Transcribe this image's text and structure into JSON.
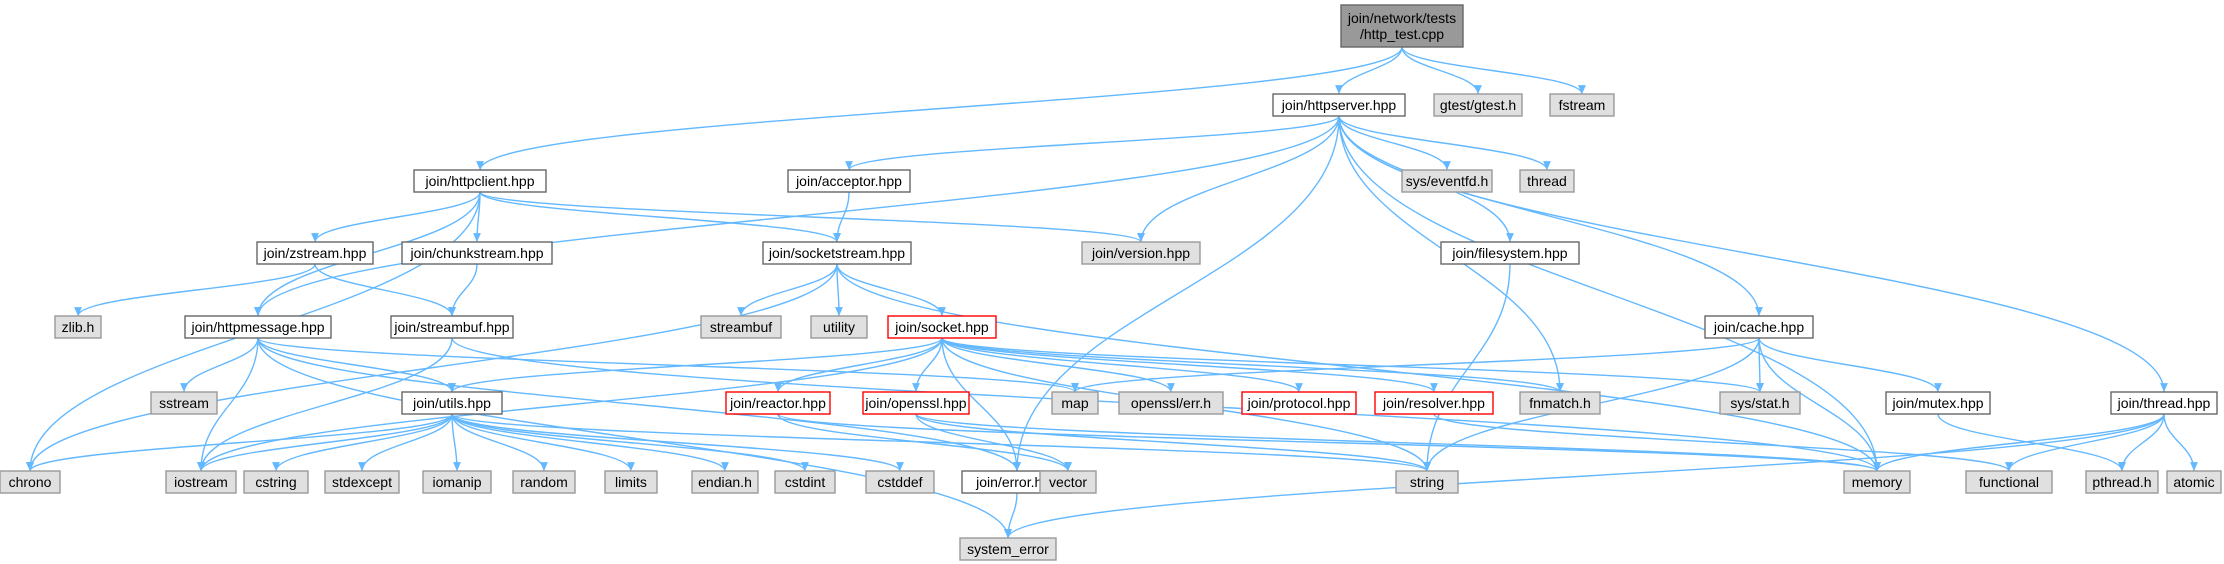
{
  "diagram": {
    "kind": "include dependency graph",
    "colors": {
      "edge": "#63b8ff",
      "root_fill": "#999999",
      "root_stroke": "#666666",
      "header_fill": "#ffffff",
      "header_stroke": "#666666",
      "system_fill": "#e0e0e0",
      "system_stroke": "#999999",
      "truncated_stroke": "#ff0000"
    },
    "nodes": [
      {
        "id": "root",
        "lines": [
          "join/network/tests",
          "/http_test.cpp"
        ],
        "style": "root"
      },
      {
        "id": "httpserver",
        "lines": [
          "join/httpserver.hpp"
        ],
        "style": "header"
      },
      {
        "id": "gtest",
        "lines": [
          "gtest/gtest.h"
        ],
        "style": "system"
      },
      {
        "id": "fstream",
        "lines": [
          "fstream"
        ],
        "style": "system"
      },
      {
        "id": "httpclient",
        "lines": [
          "join/httpclient.hpp"
        ],
        "style": "header"
      },
      {
        "id": "acceptor",
        "lines": [
          "join/acceptor.hpp"
        ],
        "style": "header"
      },
      {
        "id": "sys_eventfd",
        "lines": [
          "sys/eventfd.h"
        ],
        "style": "system"
      },
      {
        "id": "thread_std",
        "lines": [
          "thread"
        ],
        "style": "system"
      },
      {
        "id": "zstream",
        "lines": [
          "join/zstream.hpp"
        ],
        "style": "header"
      },
      {
        "id": "chunkstream",
        "lines": [
          "join/chunkstream.hpp"
        ],
        "style": "header"
      },
      {
        "id": "socketstream",
        "lines": [
          "join/socketstream.hpp"
        ],
        "style": "header"
      },
      {
        "id": "version",
        "lines": [
          "join/version.hpp"
        ],
        "style": "system"
      },
      {
        "id": "filesystem",
        "lines": [
          "join/filesystem.hpp"
        ],
        "style": "header"
      },
      {
        "id": "zlib",
        "lines": [
          "zlib.h"
        ],
        "style": "system"
      },
      {
        "id": "httpmessage",
        "lines": [
          "join/httpmessage.hpp"
        ],
        "style": "header"
      },
      {
        "id": "streambuf_join",
        "lines": [
          "join/streambuf.hpp"
        ],
        "style": "header"
      },
      {
        "id": "streambuf_std",
        "lines": [
          "streambuf"
        ],
        "style": "system"
      },
      {
        "id": "utility",
        "lines": [
          "utility"
        ],
        "style": "system"
      },
      {
        "id": "socket",
        "lines": [
          "join/socket.hpp"
        ],
        "style": "truncated"
      },
      {
        "id": "cache",
        "lines": [
          "join/cache.hpp"
        ],
        "style": "header"
      },
      {
        "id": "thread_join",
        "lines": [
          "join/thread.hpp"
        ],
        "style": "header"
      },
      {
        "id": "sstream",
        "lines": [
          "sstream"
        ],
        "style": "system"
      },
      {
        "id": "utils",
        "lines": [
          "join/utils.hpp"
        ],
        "style": "header"
      },
      {
        "id": "reactor",
        "lines": [
          "join/reactor.hpp"
        ],
        "style": "truncated"
      },
      {
        "id": "openssl_join",
        "lines": [
          "join/openssl.hpp"
        ],
        "style": "truncated"
      },
      {
        "id": "map",
        "lines": [
          "map"
        ],
        "style": "system"
      },
      {
        "id": "openssl_err",
        "lines": [
          "openssl/err.h"
        ],
        "style": "system"
      },
      {
        "id": "protocol",
        "lines": [
          "join/protocol.hpp"
        ],
        "style": "truncated"
      },
      {
        "id": "resolver",
        "lines": [
          "join/resolver.hpp"
        ],
        "style": "truncated"
      },
      {
        "id": "fnmatch",
        "lines": [
          "fnmatch.h"
        ],
        "style": "system"
      },
      {
        "id": "sys_stat",
        "lines": [
          "sys/stat.h"
        ],
        "style": "system"
      },
      {
        "id": "mutex",
        "lines": [
          "join/mutex.hpp"
        ],
        "style": "header"
      },
      {
        "id": "chrono",
        "lines": [
          "chrono"
        ],
        "style": "system"
      },
      {
        "id": "iostream",
        "lines": [
          "iostream"
        ],
        "style": "system"
      },
      {
        "id": "cstring",
        "lines": [
          "cstring"
        ],
        "style": "system"
      },
      {
        "id": "stdexcept",
        "lines": [
          "stdexcept"
        ],
        "style": "system"
      },
      {
        "id": "iomanip",
        "lines": [
          "iomanip"
        ],
        "style": "system"
      },
      {
        "id": "random",
        "lines": [
          "random"
        ],
        "style": "system"
      },
      {
        "id": "limits",
        "lines": [
          "limits"
        ],
        "style": "system"
      },
      {
        "id": "endian",
        "lines": [
          "endian.h"
        ],
        "style": "system"
      },
      {
        "id": "cstdint",
        "lines": [
          "cstdint"
        ],
        "style": "system"
      },
      {
        "id": "cstddef",
        "lines": [
          "cstddef"
        ],
        "style": "system"
      },
      {
        "id": "error",
        "lines": [
          "join/error.hpp"
        ],
        "style": "header"
      },
      {
        "id": "vector",
        "lines": [
          "vector"
        ],
        "style": "system"
      },
      {
        "id": "string",
        "lines": [
          "string"
        ],
        "style": "system"
      },
      {
        "id": "memory",
        "lines": [
          "memory"
        ],
        "style": "system"
      },
      {
        "id": "functional",
        "lines": [
          "functional"
        ],
        "style": "system"
      },
      {
        "id": "pthread",
        "lines": [
          "pthread.h"
        ],
        "style": "system"
      },
      {
        "id": "atomic",
        "lines": [
          "atomic"
        ],
        "style": "system"
      },
      {
        "id": "system_error",
        "lines": [
          "system_error"
        ],
        "style": "system"
      }
    ],
    "edges": [
      [
        "root",
        "httpserver"
      ],
      [
        "root",
        "gtest"
      ],
      [
        "root",
        "fstream"
      ],
      [
        "root",
        "httpclient"
      ],
      [
        "httpserver",
        "acceptor"
      ],
      [
        "httpserver",
        "sys_eventfd"
      ],
      [
        "httpserver",
        "thread_std"
      ],
      [
        "httpserver",
        "version"
      ],
      [
        "httpserver",
        "filesystem"
      ],
      [
        "httpserver",
        "cache"
      ],
      [
        "httpserver",
        "thread_join"
      ],
      [
        "httpserver",
        "httpmessage"
      ],
      [
        "httpserver",
        "fnmatch"
      ],
      [
        "httpserver",
        "memory"
      ],
      [
        "httpserver",
        "error"
      ],
      [
        "httpclient",
        "zstream"
      ],
      [
        "httpclient",
        "chunkstream"
      ],
      [
        "httpclient",
        "socketstream"
      ],
      [
        "httpclient",
        "version"
      ],
      [
        "httpclient",
        "httpmessage"
      ],
      [
        "httpclient",
        "chrono"
      ],
      [
        "acceptor",
        "socketstream"
      ],
      [
        "zstream",
        "zlib"
      ],
      [
        "zstream",
        "streambuf_join"
      ],
      [
        "chunkstream",
        "streambuf_join"
      ],
      [
        "socketstream",
        "streambuf_std"
      ],
      [
        "socketstream",
        "utility"
      ],
      [
        "socketstream",
        "socket"
      ],
      [
        "socketstream",
        "chrono"
      ],
      [
        "socketstream",
        "memory"
      ],
      [
        "filesystem",
        "string"
      ],
      [
        "httpmessage",
        "sstream"
      ],
      [
        "httpmessage",
        "iostream"
      ],
      [
        "httpmessage",
        "utils"
      ],
      [
        "httpmessage",
        "error"
      ],
      [
        "httpmessage",
        "map"
      ],
      [
        "httpmessage",
        "system_error"
      ],
      [
        "streambuf_join",
        "iostream"
      ],
      [
        "streambuf_join",
        "memory"
      ],
      [
        "socket",
        "utils"
      ],
      [
        "socket",
        "reactor"
      ],
      [
        "socket",
        "openssl_join"
      ],
      [
        "socket",
        "protocol"
      ],
      [
        "socket",
        "resolver"
      ],
      [
        "socket",
        "openssl_err"
      ],
      [
        "socket",
        "fnmatch"
      ],
      [
        "socket",
        "sys_stat"
      ],
      [
        "socket",
        "error"
      ],
      [
        "socket",
        "iostream"
      ],
      [
        "socket",
        "string"
      ],
      [
        "cache",
        "map"
      ],
      [
        "cache",
        "sys_stat"
      ],
      [
        "cache",
        "mutex"
      ],
      [
        "cache",
        "memory"
      ],
      [
        "cache",
        "string"
      ],
      [
        "thread_join",
        "functional"
      ],
      [
        "thread_join",
        "memory"
      ],
      [
        "thread_join",
        "pthread"
      ],
      [
        "thread_join",
        "atomic"
      ],
      [
        "thread_join",
        "system_error"
      ],
      [
        "utils",
        "chrono"
      ],
      [
        "utils",
        "iostream"
      ],
      [
        "utils",
        "cstring"
      ],
      [
        "utils",
        "stdexcept"
      ],
      [
        "utils",
        "iomanip"
      ],
      [
        "utils",
        "random"
      ],
      [
        "utils",
        "limits"
      ],
      [
        "utils",
        "endian"
      ],
      [
        "utils",
        "cstdint"
      ],
      [
        "utils",
        "cstddef"
      ],
      [
        "utils",
        "string"
      ],
      [
        "reactor",
        "vector"
      ],
      [
        "reactor",
        "memory"
      ],
      [
        "openssl_join",
        "vector"
      ],
      [
        "openssl_join",
        "string"
      ],
      [
        "openssl_join",
        "memory"
      ],
      [
        "resolver",
        "functional"
      ],
      [
        "mutex",
        "pthread"
      ],
      [
        "error",
        "system_error"
      ]
    ]
  }
}
